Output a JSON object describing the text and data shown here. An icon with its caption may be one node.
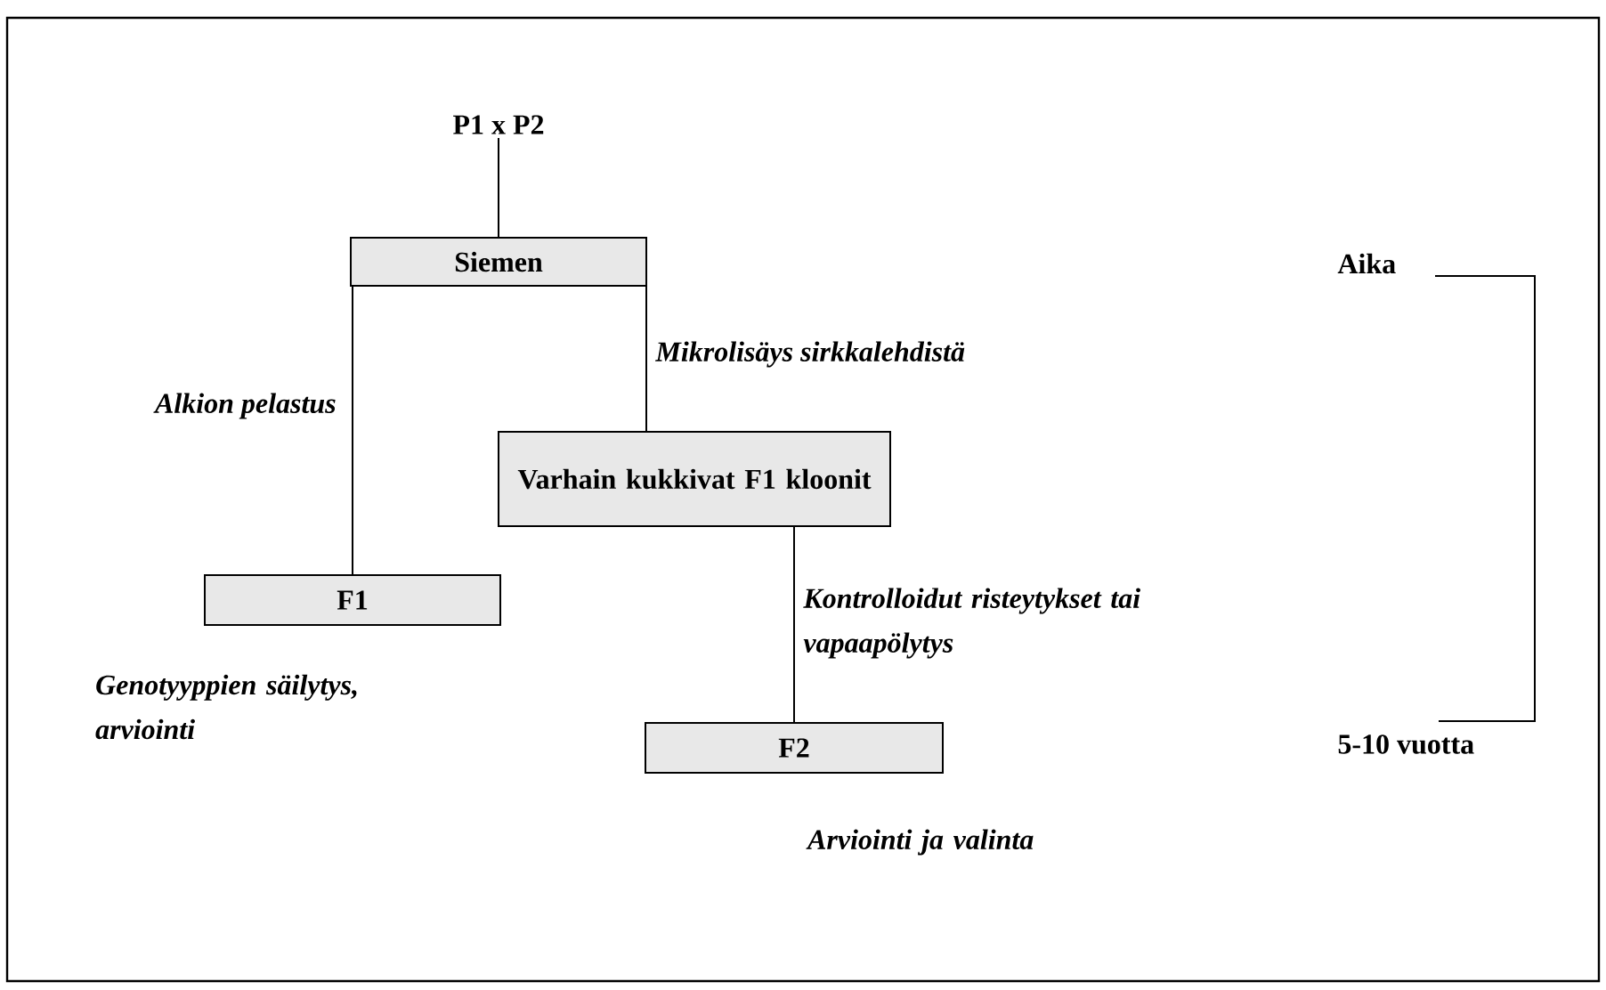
{
  "diagram": {
    "nodes": [
      {
        "text": [
          "P1  x P2"
        ]
      },
      {
        "text": [
          "Siemen"
        ]
      },
      {
        "text": [
          "Varhain kukkivat F1 kloonit"
        ]
      },
      {
        "text": [
          "F1"
        ],
        "beside": [
          "Genotyyppien säilytys, arviointi"
        ]
      },
      {
        "text": [
          "F2"
        ],
        "beside": [
          "Arviointi ja valinta"
        ]
      }
    ],
    "edges": [
      {
        "from": 0,
        "to": 1,
        "arrow": "none"
      },
      {
        "from": 1,
        "to": 3,
        "arrow": "none",
        "label": "Alkion pelastus"
      },
      {
        "from": 1,
        "to": 2,
        "arrow": "none",
        "label": "Mikrolisäys sirkkalehdistä"
      },
      {
        "from": 2,
        "to": 4,
        "arrow": "none",
        "label": "Kontrolloidut risteytykset tai vapaapölytys"
      }
    ],
    "labels": [
      "Aika",
      "5-10 vuotta"
    ]
  }
}
